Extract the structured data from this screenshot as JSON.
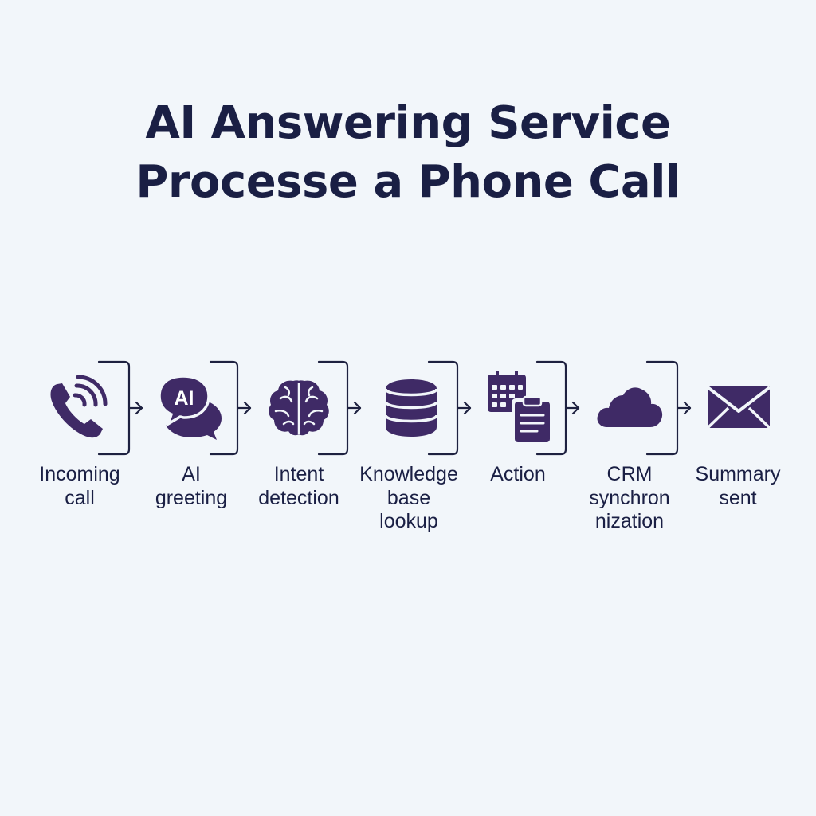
{
  "title": {
    "line1": "AI Answering Service",
    "line2": "Processe a Phone Call"
  },
  "colors": {
    "background": "#f2f6fa",
    "text": "#1a1f44",
    "icon": "#3f2a66",
    "connector": "#1e2140"
  },
  "steps": [
    {
      "icon": "phone-ringing-icon",
      "label_lines": [
        "Incoming",
        "call"
      ]
    },
    {
      "icon": "ai-chat-bubbles-icon",
      "icon_text": "AI",
      "label_lines": [
        "AI",
        "greeting"
      ]
    },
    {
      "icon": "brain-icon",
      "label_lines": [
        "Intent",
        "detection"
      ]
    },
    {
      "icon": "database-icon",
      "label_lines": [
        "Knowledge",
        "base",
        "lookup"
      ]
    },
    {
      "icon": "calendar-clipboard-icon",
      "label_lines": [
        "Action"
      ]
    },
    {
      "icon": "cloud-icon",
      "label_lines": [
        "CRM",
        "synchron",
        "nization"
      ]
    },
    {
      "icon": "envelope-icon",
      "label_lines": [
        "Summary",
        "sent"
      ]
    }
  ]
}
